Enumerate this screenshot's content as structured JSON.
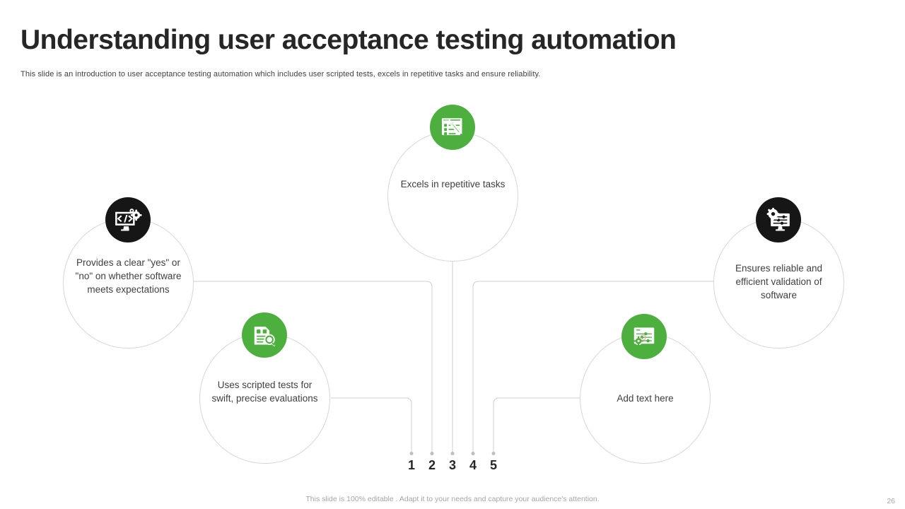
{
  "header": {
    "title": "Understanding user acceptance testing automation",
    "subtitle": "This slide is an introduction to user acceptance testing automation which includes user scripted tests, excels in repetitive tasks and ensure reliability."
  },
  "colors": {
    "green": "#4CAF3E",
    "black": "#161616",
    "ring": "#d6d6d6",
    "text": "#404040",
    "muted": "#a6a6a6"
  },
  "nodes": [
    {
      "id": "node-1",
      "text": "Provides a clear \"yes\" or \"no\" on whether software meets expectations",
      "icon": "monitor-code-gear-icon",
      "badge_style": "black"
    },
    {
      "id": "node-2",
      "text": "Uses scripted tests for swift, precise evaluations",
      "icon": "document-magnifier-icon",
      "badge_style": "green"
    },
    {
      "id": "node-3",
      "text": "Excels in repetitive tasks",
      "icon": "checklist-pencil-icon",
      "badge_style": "green"
    },
    {
      "id": "node-4",
      "text": "Add text here",
      "icon": "monitor-sliders-gear-icon",
      "badge_style": "green"
    },
    {
      "id": "node-5",
      "text": "Ensures reliable and efficient validation of software",
      "icon": "monitor-gear-sliders-icon",
      "badge_style": "black"
    }
  ],
  "markers": [
    {
      "label": "1"
    },
    {
      "label": "2"
    },
    {
      "label": "3"
    },
    {
      "label": "4"
    },
    {
      "label": "5"
    }
  ],
  "footer": {
    "note": "This slide is 100% editable . Adapt it to your needs and capture your audience's attention.",
    "page_number": "26"
  }
}
